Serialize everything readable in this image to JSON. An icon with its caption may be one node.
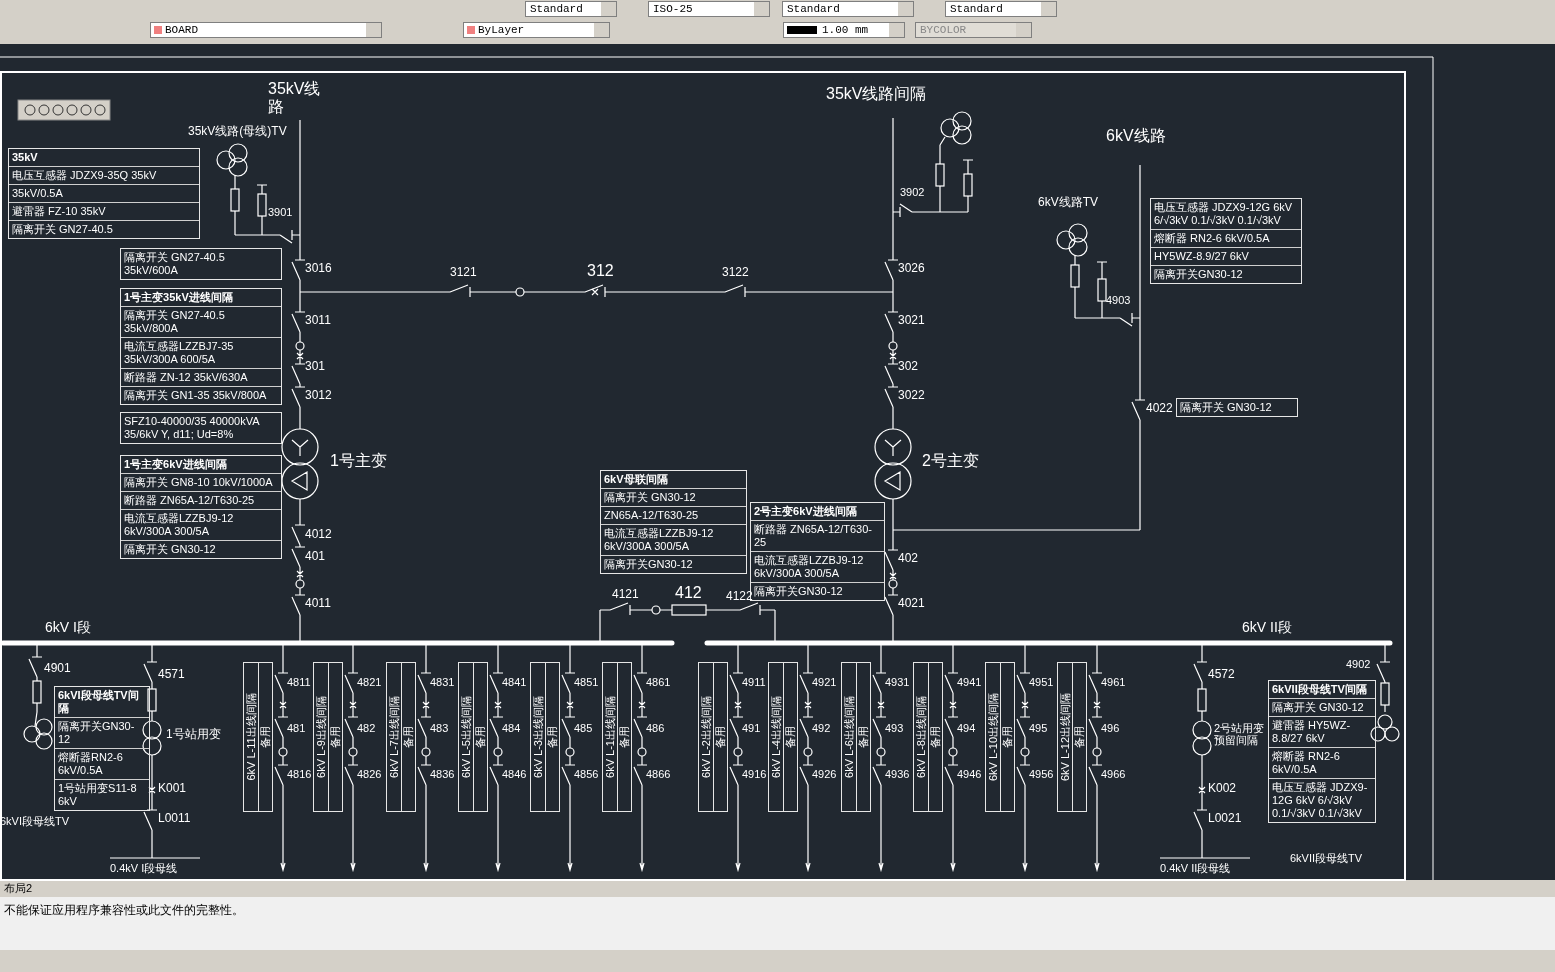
{
  "diagram": {
    "nodes": [
      {
        "text": [
          "35kV",
          "电压互感器 JDZX9-35Q 35kV",
          "35kV/0.5A",
          "避雷器 FZ-10 35kV",
          "隔离开关 GN27-40.5"
        ]
      },
      {
        "text": [
          "电压互感器 JDZX9-12G 6kV 6/√3kV 0.1/√3kV 0.1/√3kV",
          "熔断器 RN2-6 6kV/0.5A",
          "HY5WZ-8.9/27 6kV",
          "隔离开关GN30-12"
        ]
      },
      {
        "text": [
          "隔离开关 GN27-40.5 35kV/600A"
        ]
      },
      {
        "text": [
          "1号主变35kV进线间隔",
          "隔离开关 GN27-40.5 35kV/800A",
          "电流互感器LZZBJ7-35 35kV/300A 600/5A",
          "断路器 ZN-12 35kV/630A",
          "隔离开关 GN1-35 35kV/800A"
        ]
      },
      {
        "text": [
          "隔离开关 GN30-12"
        ]
      },
      {
        "text": [
          "SFZ10-40000/35 40000kVA 35/6kV Y, d11; Ud=8%"
        ]
      },
      {
        "text": [
          "6kV母联间隔",
          "隔离开关 GN30-12",
          "ZN65A-12/T630-25",
          "电流互感器LZZBJ9-12 6kV/300A 300/5A",
          "隔离开关GN30-12"
        ]
      },
      {
        "text": [
          "1号主变6kV进线间隔",
          "隔离开关 GN8-10 10kV/1000A",
          "断路器 ZN65A-12/T630-25",
          "电流互感器LZZBJ9-12 6kV/300A 300/5A",
          "隔离开关 GN30-12"
        ]
      },
      {
        "text": [
          "2号主变6kV进线间隔",
          "断路器 ZN65A-12/T630-25",
          "电流互感器LZZBJ9-12 6kV/300A 300/5A",
          "隔离开关GN30-12"
        ]
      },
      {
        "text": [
          "6kVI段母线TV间隔",
          "隔离开关GN30-12",
          "熔断器RN2-6 6kV/0.5A",
          "1号站用变S11-8 6kV"
        ]
      },
      {
        "text": [
          "6kV L-11出线间隔",
          "备用"
        ]
      },
      {
        "text": [
          "6kV L-9出线间隔",
          "备用"
        ]
      },
      {
        "text": [
          "6kV L-7出线间隔",
          "备用"
        ]
      },
      {
        "text": [
          "6kV L-5出线间隔",
          "备用"
        ]
      },
      {
        "text": [
          "6kV L-3出线间隔",
          "备用"
        ]
      },
      {
        "text": [
          "6kV L-1出线间隔",
          "备用"
        ]
      },
      {
        "text": [
          "6kV L-2出线间隔",
          "备用"
        ]
      },
      {
        "text": [
          "6kV L-4出线间隔",
          "备用"
        ]
      },
      {
        "text": [
          "6kV L-6出线间隔",
          "备用"
        ]
      },
      {
        "text": [
          "6kV L-8出线间隔",
          "备用"
        ]
      },
      {
        "text": [
          "6kV L-10出线间隔",
          "备用"
        ]
      },
      {
        "text": [
          "6kV L-12出线间隔",
          "备用"
        ]
      },
      {
        "text": [
          "6kVII段母线TV间隔",
          "隔离开关 GN30-12",
          "避雷器 HY5WZ-8.8/27 6kV",
          "熔断器 RN2-6 6kV/0.5A",
          "电压互感器 JDZX9-12G 6kV 6/√3kV 0.1/√3kV 0.1/√3kV"
        ]
      }
    ],
    "labels": [
      "Standard",
      "ISO-25",
      "Standard",
      "Standard",
      "BOARD",
      "ByLayer",
      "1.00 mm",
      "BYCOLOR",
      "35kV线路",
      "35kV线路间隔",
      "35kV线路(母线)TV",
      "6kV线路",
      "3902",
      "6kV线路TV",
      "3901",
      "3016",
      "3121",
      "312",
      "3122",
      "3026",
      "4903",
      "3011",
      "3021",
      "301",
      "302",
      "3012",
      "3022",
      "4022",
      "1号主变",
      "2号主变",
      "4012",
      "401",
      "402",
      "4121",
      "412",
      "4122",
      "4011",
      "4021",
      "6kV I段",
      "6kV II段",
      "4901",
      "4571",
      "4811",
      "4821",
      "4831",
      "4841",
      "4851",
      "4861",
      "4911",
      "4921",
      "4931",
      "4941",
      "4951",
      "4961",
      "4572",
      "4902",
      "1号站用变",
      "481",
      "482",
      "483",
      "484",
      "485",
      "486",
      "491",
      "492",
      "493",
      "494",
      "495",
      "496",
      "2号站用变预留间隔",
      "6kVI段母线TV",
      "4816",
      "4826",
      "4836",
      "4846",
      "4856",
      "4866",
      "4916",
      "4926",
      "4936",
      "4946",
      "4956",
      "4966",
      "6kVII段母线TV",
      "K001",
      "K002",
      "L0011",
      "L0021",
      "0.4kV I段母线",
      "0.4kV II段母线",
      "布局2",
      "不能保证应用程序兼容性或此文件的完整性。"
    ]
  }
}
